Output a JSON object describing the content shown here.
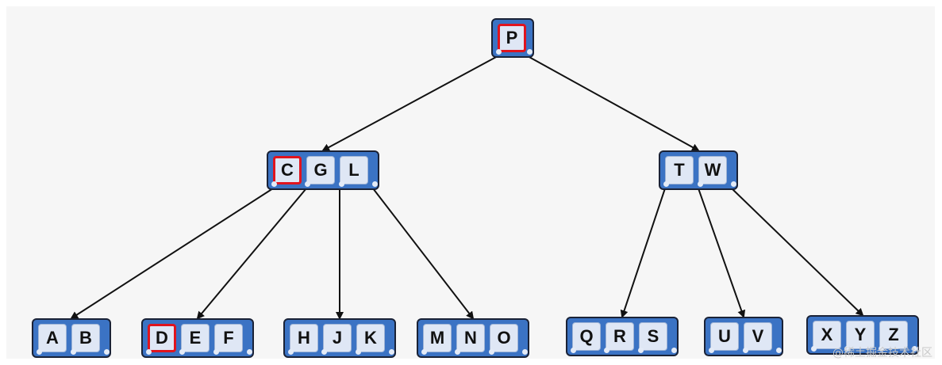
{
  "colors": {
    "node_fill": "#3b73c4",
    "key_fill": "#dfe7f5",
    "highlight": "#e0141e",
    "edge": "#111111"
  },
  "nodes": [
    {
      "id": "root",
      "level": 0,
      "keys": [
        "P"
      ],
      "highlight": [
        0
      ],
      "children": [
        "cgl",
        "tw"
      ]
    },
    {
      "id": "cgl",
      "level": 1,
      "keys": [
        "C",
        "G",
        "L"
      ],
      "highlight": [
        0
      ],
      "children": [
        "ab",
        "def",
        "hjk",
        "mno"
      ]
    },
    {
      "id": "tw",
      "level": 1,
      "keys": [
        "T",
        "W"
      ],
      "highlight": [],
      "children": [
        "qrs",
        "uv",
        "xyz"
      ]
    },
    {
      "id": "ab",
      "level": 2,
      "keys": [
        "A",
        "B"
      ],
      "highlight": []
    },
    {
      "id": "def",
      "level": 2,
      "keys": [
        "D",
        "E",
        "F"
      ],
      "highlight": [
        0
      ]
    },
    {
      "id": "hjk",
      "level": 2,
      "keys": [
        "H",
        "J",
        "K"
      ],
      "highlight": []
    },
    {
      "id": "mno",
      "level": 2,
      "keys": [
        "M",
        "N",
        "O"
      ],
      "highlight": []
    },
    {
      "id": "qrs",
      "level": 2,
      "keys": [
        "Q",
        "R",
        "S"
      ],
      "highlight": []
    },
    {
      "id": "uv",
      "level": 2,
      "keys": [
        "U",
        "V"
      ],
      "highlight": []
    },
    {
      "id": "xyz",
      "level": 2,
      "keys": [
        "X",
        "Y",
        "Z"
      ],
      "highlight": []
    }
  ],
  "watermark": "@稀土掘金技术社区"
}
